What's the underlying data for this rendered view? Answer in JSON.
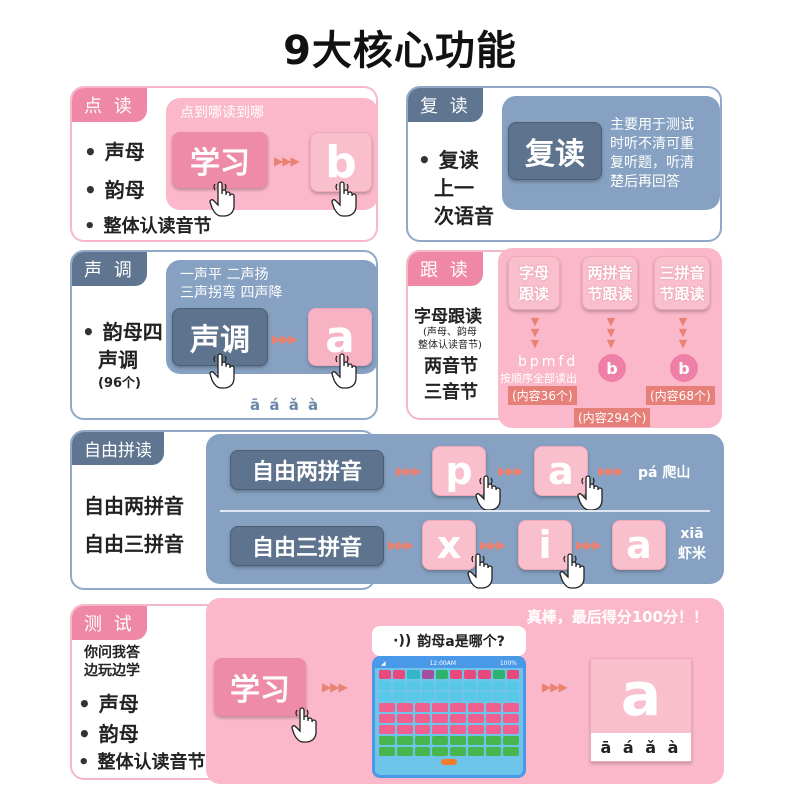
{
  "title": "9大核心功能",
  "colors": {
    "pink_accent": "#ee88a6",
    "pink_panel": "#fbb8ca",
    "blue_accent": "#5f7590",
    "blue_panel": "#86a1c1",
    "arrow": "#ea8273"
  },
  "point_read": {
    "tag": "点 读",
    "items": [
      "声母",
      "韵母",
      "整体认读音节"
    ],
    "panel_caption": "点到哪读到哪",
    "button_label": "学习",
    "key_letter": "b"
  },
  "repeat_read": {
    "tag": "复 读",
    "bullet": [
      "复读",
      "上一",
      "次语音"
    ],
    "button_label": "复读",
    "description": [
      "主要用于测试",
      "时听不清可重",
      "复听题，听清",
      "楚后再回答"
    ]
  },
  "tones": {
    "tag": "声 调",
    "bullet": [
      "韵母四",
      "声调"
    ],
    "count": "(96个)",
    "panel_caption": [
      "一声平 二声扬",
      "三声拐弯 四声降"
    ],
    "button_label": "声调",
    "key_letter": "a",
    "tone_marks": "ā á ǎ à"
  },
  "follow_read": {
    "tag": "跟 读",
    "left_title": "字母跟读",
    "left_sub": [
      "(声母、韵母",
      "整体认读音节)"
    ],
    "left_extra": [
      "两音节",
      "三音节"
    ],
    "columns": [
      {
        "label": [
          "字母",
          "跟读"
        ]
      },
      {
        "label": [
          "两拼音",
          "节跟读"
        ]
      },
      {
        "label": [
          "三拼音",
          "节跟读"
        ]
      }
    ],
    "letters": "bpmfd",
    "letters_note": "按顺序全部读出",
    "circle_1": "b",
    "circle_2": "b",
    "count_1": "(内容36个)",
    "count_2": "(内容294个)",
    "count_3": "(内容68个)"
  },
  "free_spell": {
    "tag": "自由拼读",
    "items": [
      "自由两拼音",
      "自由三拼音"
    ],
    "row1": {
      "button": "自由两拼音",
      "keys": [
        "p",
        "a"
      ],
      "pinyin": "pá",
      "word": "爬山"
    },
    "row2": {
      "button": "自由三拼音",
      "keys": [
        "x",
        "i",
        "a"
      ],
      "pinyin": "xiā",
      "word": "虾米"
    }
  },
  "test": {
    "tag": "测 试",
    "subtitle": [
      "你问我答",
      "边玩边学"
    ],
    "items": [
      "声母",
      "韵母",
      "整体认读音节"
    ],
    "praise": "真棒，最后得分100分！！",
    "button_label": "学习",
    "question": "韵母a是哪个?",
    "device_time": "12:00AM",
    "device_battery": "100%",
    "answer_letter": "a",
    "answer_tones": "ā á ǎ à"
  }
}
